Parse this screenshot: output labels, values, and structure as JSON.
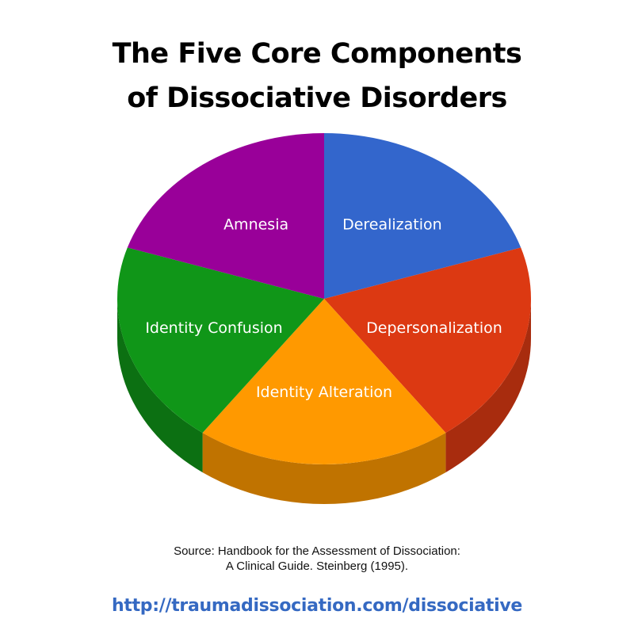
{
  "title": {
    "line1": "The Five Core Components",
    "line2": "of Dissociative Disorders"
  },
  "chart_data": {
    "type": "pie",
    "style": "3d",
    "categories": [
      "Derealization",
      "Depersonalization",
      "Identity Alteration",
      "Identity Confusion",
      "Amnesia"
    ],
    "values": [
      20,
      20,
      20,
      20,
      20
    ],
    "colors": [
      "#3366cc",
      "#dc3912",
      "#ff9900",
      "#109618",
      "#990099"
    ],
    "side_colors": [
      "#2a52a3",
      "#a82c0e",
      "#c07300",
      "#0c7012",
      "#730073"
    ],
    "legend": "none"
  },
  "source": {
    "line1": "Source: Handbook for the Assessment of Dissociation:",
    "line2": "A Clinical Guide. Steinberg (1995)."
  },
  "url": "http://traumadissociation.com/dissociative"
}
